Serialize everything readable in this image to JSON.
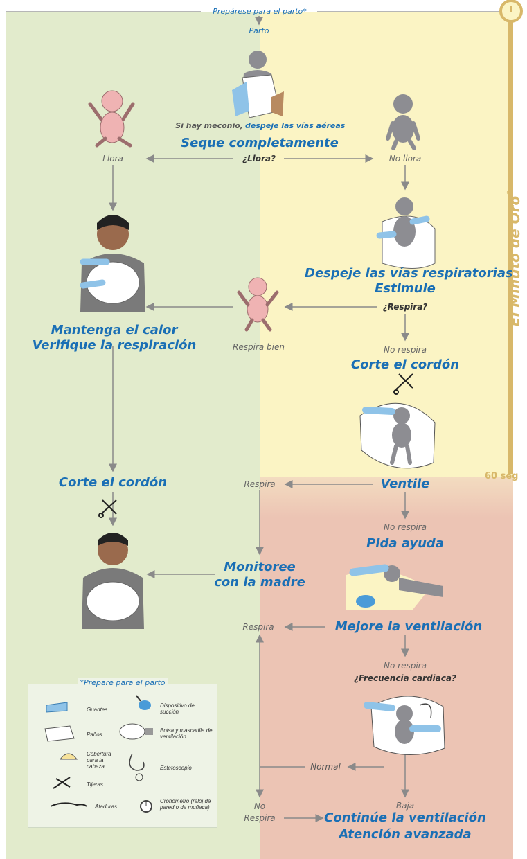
{
  "colors": {
    "green": "#e2ebcc",
    "yellow": "#fbf4c4",
    "pink": "#ecc4b4",
    "arrow": "#8a8a8a",
    "blue": "#1a6fb5",
    "timer": "#d8b86a"
  },
  "top": {
    "prepare": "Prepárese para el parto*",
    "birth": "Parto"
  },
  "left": {
    "cries": "Llora",
    "warm_line1": "Mantenga el calor",
    "warm_line2": "Verifique la respiración",
    "cut_cord": "Corte el cordón"
  },
  "center": {
    "meconium_prefix": "Si hay meconio,",
    "meconium_action": "despeje las vías aéreas",
    "dry": "Seque completamente",
    "cries_q": "¿Llora?",
    "breathes_well": "Respira bien",
    "breathes1": "Respira",
    "monitor_line1": "Monitoree",
    "monitor_line2": "con la madre",
    "breathes2": "Respira",
    "normal": "Normal",
    "no": "No",
    "breathes3": "Respira"
  },
  "right": {
    "no_cry": "No llora",
    "clear_airway": "Despeje las vías respiratorias",
    "stimulate": "Estimule",
    "breathes_q": "¿Respira?",
    "no_breath1": "No respira",
    "cut_cord": "Corte el cordón",
    "ventilate": "Ventile",
    "no_breath2": "No respira",
    "call_help": "Pida ayuda",
    "improve_vent": "Mejore la ventilación",
    "no_breath3": "No respira",
    "heart_rate_q": "¿Frecuencia cardiaca?",
    "low": "Baja",
    "continue_vent": "Continúe la ventilación",
    "advanced_care": "Atención avanzada"
  },
  "timer": {
    "title": "El Minuto de Oro",
    "mark": "®",
    "seconds": "60 seg"
  },
  "legend": {
    "title": "*Prepare para el parto",
    "items": [
      {
        "label": "Guantes",
        "icon": "gloves-icon"
      },
      {
        "label": "Dispositivo de succión",
        "icon": "suction-bulb-icon"
      },
      {
        "label": "Paños",
        "icon": "cloths-icon"
      },
      {
        "label": "Bolsa y mascarilla de ventilación",
        "icon": "bag-mask-icon"
      },
      {
        "label": "Cobertura para la cabeza",
        "icon": "head-cover-icon"
      },
      {
        "label": "Estetoscopio",
        "icon": "stethoscope-icon"
      },
      {
        "label": "Tijeras",
        "icon": "scissors-icon"
      },
      {
        "label": "Cronómetro (reloj de pared o de muñeca)",
        "icon": "stopwatch-icon"
      },
      {
        "label": "Ataduras",
        "icon": "ties-icon"
      }
    ]
  }
}
